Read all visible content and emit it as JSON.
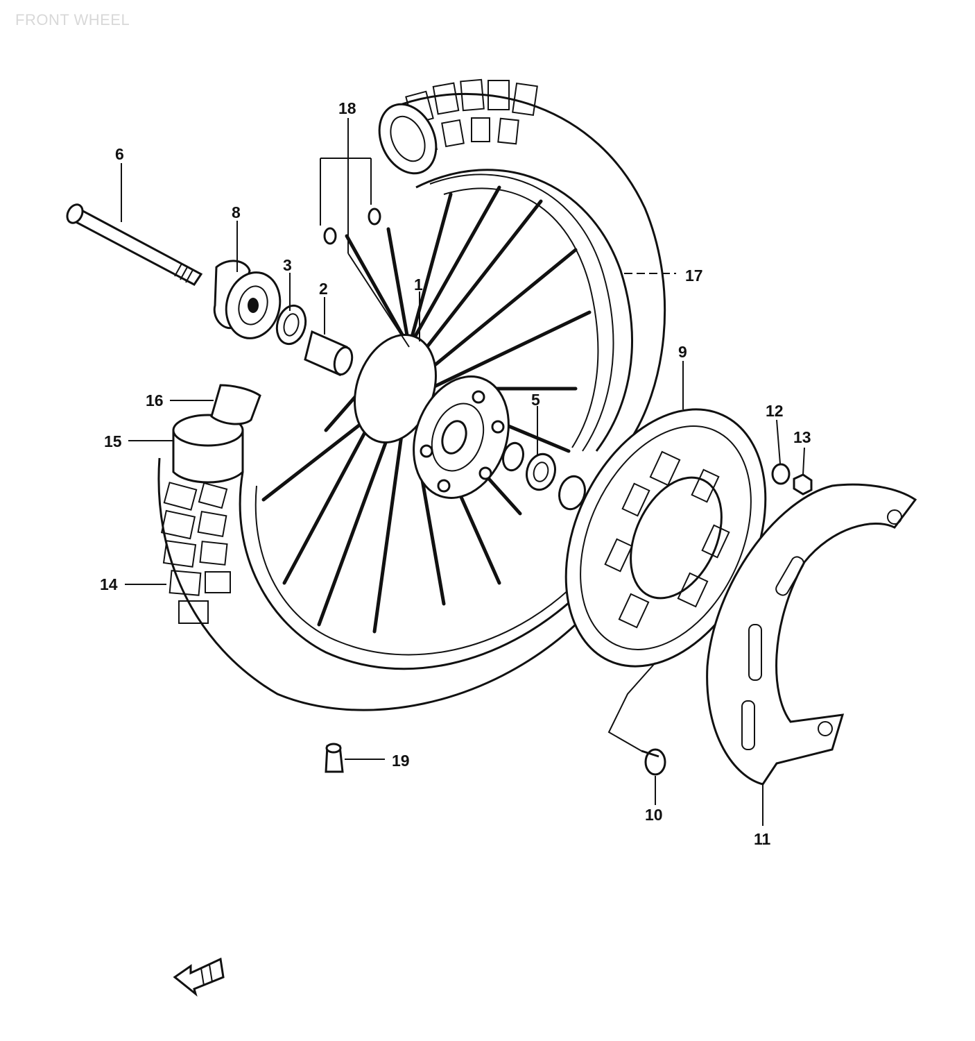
{
  "title": "FRONT WHEEL",
  "colors": {
    "ink": "#111111",
    "title": "#d8d8d8",
    "paper": "#ffffff"
  },
  "callouts": {
    "c1": "1",
    "c2": "2",
    "c3": "3",
    "c5": "5",
    "c6": "6",
    "c8": "8",
    "c9": "9",
    "c10": "10",
    "c11": "11",
    "c12": "12",
    "c13": "13",
    "c14": "14",
    "c15": "15",
    "c16": "16",
    "c17": "17",
    "c18": "18",
    "c19": "19"
  },
  "icons": {
    "front_arrow": "front-direction-arrow-icon"
  }
}
